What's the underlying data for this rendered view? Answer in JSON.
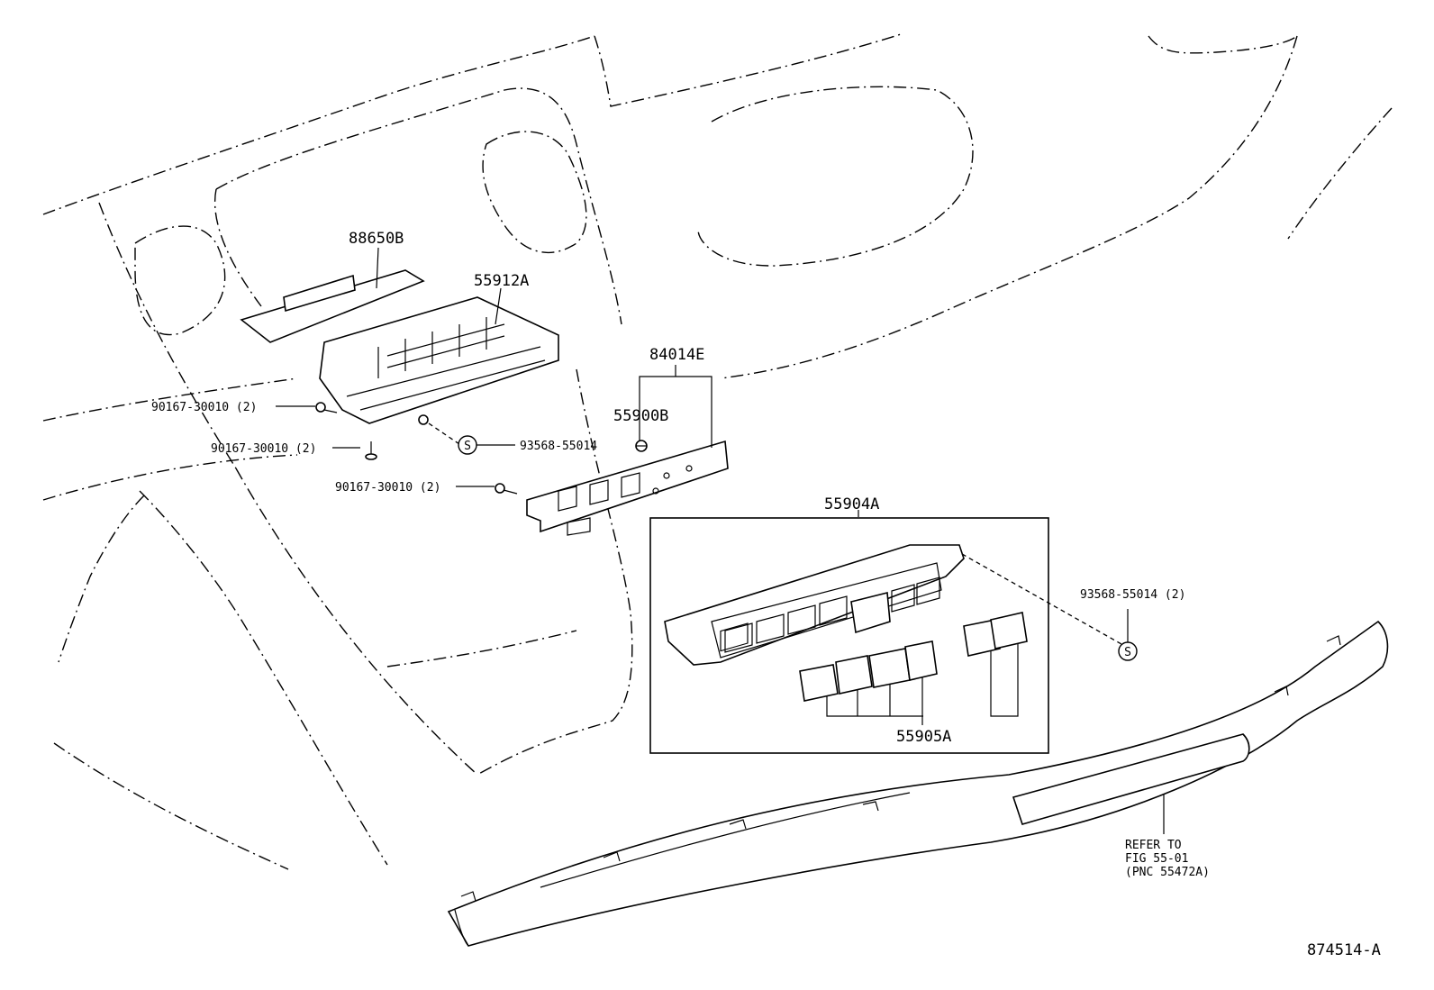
{
  "labels": {
    "p88650B": "88650B",
    "p55912A": "55912A",
    "p84014E": "84014E",
    "p55900B": "55900B",
    "p55904A": "55904A",
    "p55905A": "55905A",
    "screw1": "90167-30010 (2)",
    "screw2": "90167-30010 (2)",
    "screw3": "90167-30010 (2)",
    "bulb1": "93568-55014",
    "bulb2": "93568-55014 (2)",
    "refer_line1": "REFER TO",
    "refer_line2": "FIG 55-01",
    "refer_line3": "(PNC 55472A)",
    "sym_s1": "S",
    "sym_s2": "S",
    "diagram_id": "874514-A"
  }
}
